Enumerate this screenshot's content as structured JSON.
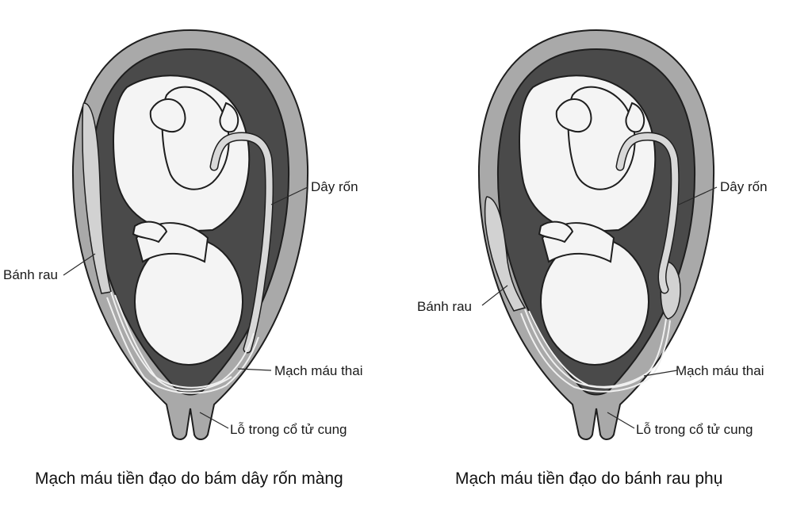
{
  "panels": [
    {
      "caption": "Mạch máu tiền đạo do bám dây rốn màng",
      "labels": {
        "umbilical_cord": "Dây rốn",
        "placenta": "Bánh rau",
        "fetal_vessels": "Mạch máu thai",
        "internal_os": "Lỗ trong cổ tử cung"
      }
    },
    {
      "caption": "Mạch máu tiền đạo do bánh rau phụ",
      "labels": {
        "umbilical_cord": "Dây rốn",
        "placenta": "Bánh rau",
        "fetal_vessels": "Mạch máu thai",
        "internal_os": "Lỗ trong cổ tử cung"
      }
    }
  ],
  "colors": {
    "uterine_wall": "#a9a9a9",
    "amniotic_cavity": "#4a4a4a",
    "fetus": "#f4f4f4",
    "placenta": "#d2d2d2",
    "outline": "#1e1e1e"
  }
}
